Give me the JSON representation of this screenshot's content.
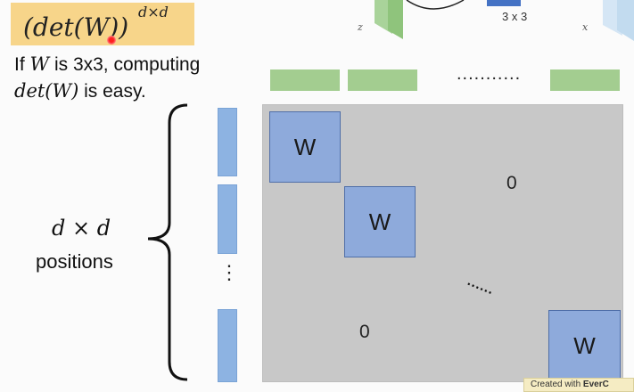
{
  "formula": {
    "main": "(det(W))",
    "exponent": "d×d"
  },
  "note": {
    "line1_prefix": "If ",
    "line1_var": "W",
    "line1_suffix": " is 3x3, computing",
    "line2_expr": "det(W)",
    "line2_suffix": " is easy."
  },
  "top_figure": {
    "label_z": "z",
    "label_3x3": "3 x 3",
    "label_x": "x"
  },
  "dots_top": "...........",
  "left_label": {
    "math": "d × d",
    "text": "positions"
  },
  "column_dots": "⋮",
  "matrix": {
    "w_labels": [
      "W",
      "W",
      "W"
    ],
    "zero_top": "0",
    "zero_bottom": "0",
    "diag_dots": "......"
  },
  "watermark": {
    "prefix": "Created with ",
    "brand": "EverC"
  },
  "colors": {
    "formula_bg": "#f7d58a",
    "green": "#93c47d",
    "blue": "#8db3e2",
    "matrix_bg": "#c8c8c8",
    "w_block": "#8eaadb"
  }
}
